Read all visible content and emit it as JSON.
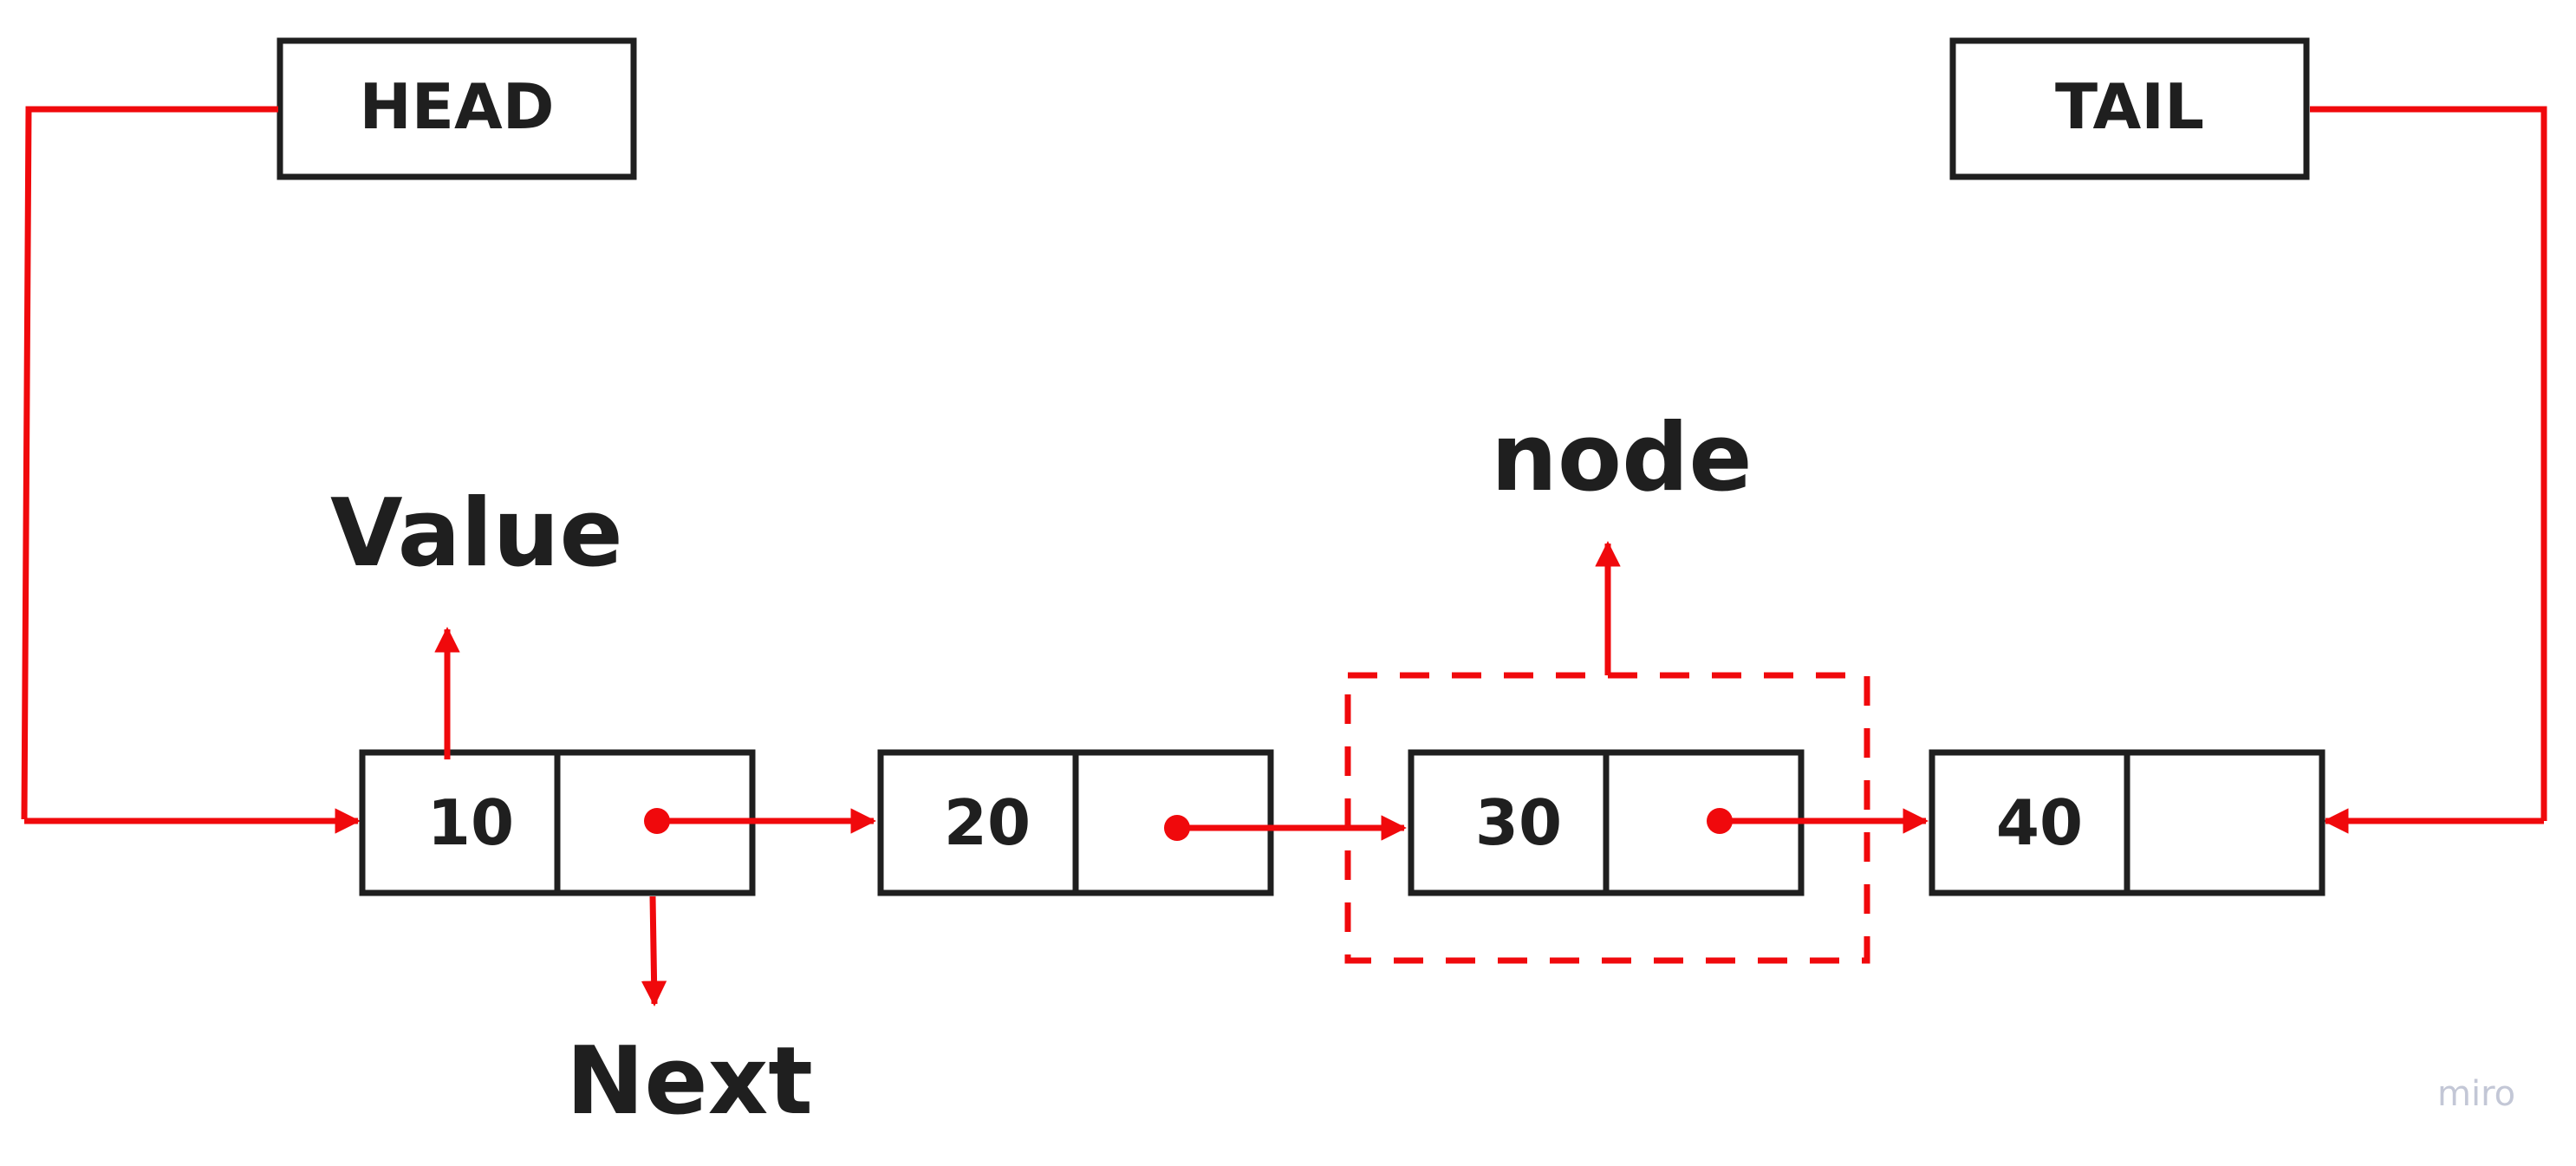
{
  "head_label": "HEAD",
  "tail_label": "TAIL",
  "annotations": {
    "value": "Value",
    "next": "Next",
    "node": "node"
  },
  "nodes": [
    {
      "value": "10"
    },
    {
      "value": "20"
    },
    {
      "value": "30"
    },
    {
      "value": "40"
    }
  ],
  "brand": "miro",
  "colors": {
    "arrow": "#f0090c",
    "stroke": "#1f1f1f",
    "text": "#1f1f1f",
    "brand": "#c3c7d6"
  }
}
